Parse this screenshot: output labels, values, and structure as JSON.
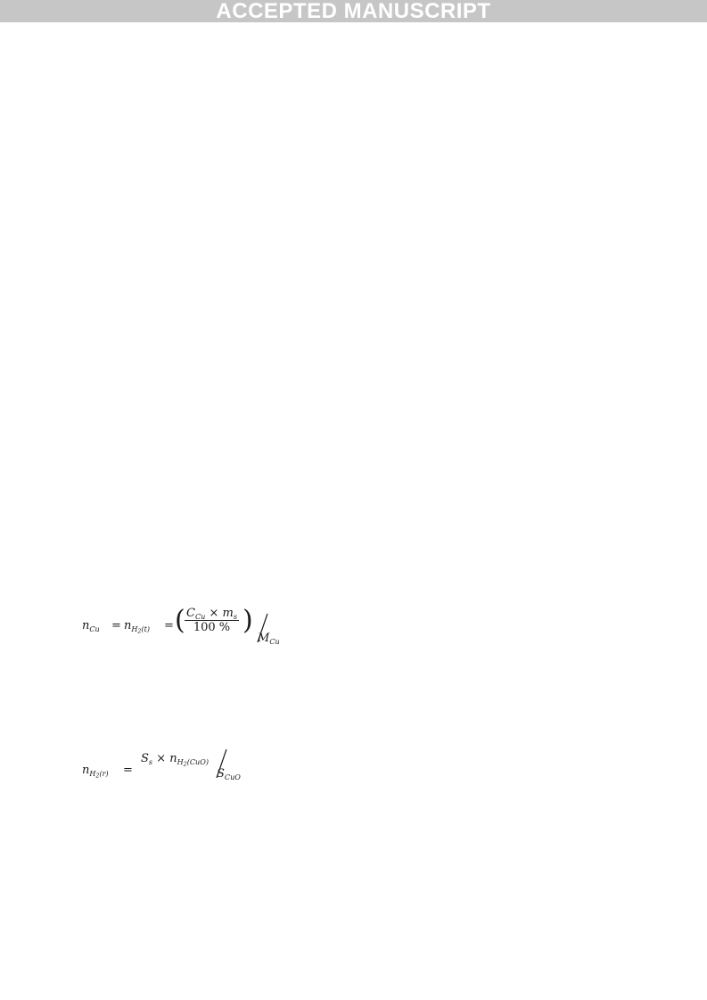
{
  "banner": {
    "text": "ACCEPTED MANUSCRIPT"
  },
  "equations": {
    "eq1": {
      "lhs_var": "n",
      "lhs_sub": "Cu",
      "equals": "=",
      "mid_var": "n",
      "mid_sub_base": "H",
      "mid_sub_sub": "2",
      "mid_sub_tail": "(t)",
      "equals2": "=",
      "num_c": "C",
      "num_c_sub": "Cu",
      "times": "×",
      "num_m": "m",
      "num_m_sub": "s",
      "denominator": "100 %",
      "divisor_var": "M",
      "divisor_sub": "Cu"
    },
    "eq2": {
      "lhs_var": "n",
      "lhs_sub_base": "H",
      "lhs_sub_sub": "2",
      "lhs_sub_tail": "(r)",
      "equals": "=",
      "num_s": "S",
      "num_s_sub": "s",
      "times": "×",
      "num_n": "n",
      "num_n_sub_base": "H",
      "num_n_sub_sub": "2",
      "num_n_sub_tail": "(CuO)",
      "divisor_var": "S",
      "divisor_sub": "CuO"
    }
  },
  "colors": {
    "banner_bg": "#c6c6c6",
    "banner_text": "#ffffff",
    "ink": "#1a1a1a"
  }
}
